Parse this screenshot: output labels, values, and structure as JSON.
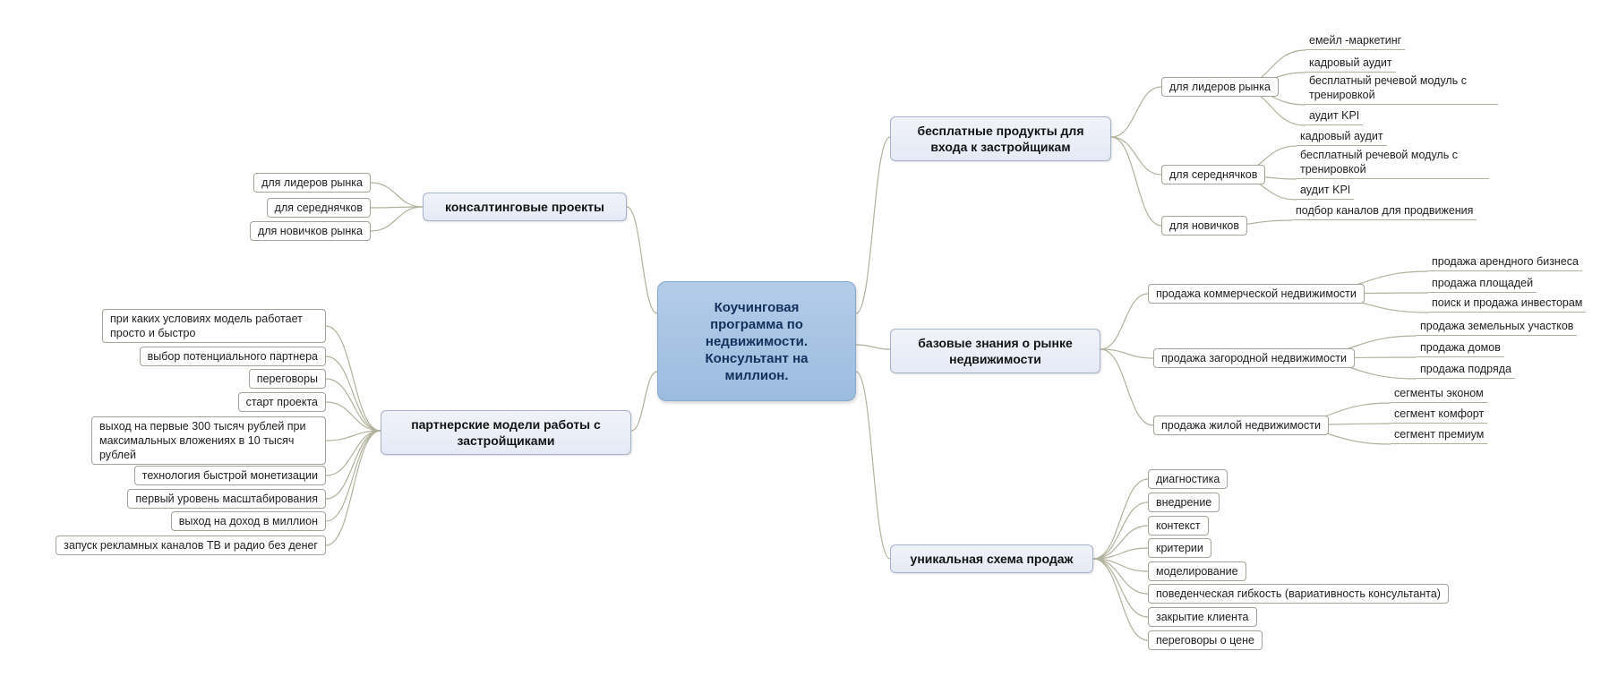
{
  "colors": {
    "central_fill": "#b3cce8",
    "central_fill_dark": "#9cbcdf",
    "central_border": "#86a8cd",
    "central_text": "#12315c",
    "branch_fill": "#e6eaf5",
    "branch_border": "#a6b1cc",
    "node_fill": "#ffffff",
    "node_border": "#a3a398",
    "line": "#b2b29c"
  },
  "root": {
    "label": "Коучинговая программа по недвижимости. Консультант на миллион."
  },
  "consulting": {
    "label": "консалтинговые проекты",
    "children": [
      {
        "label": "для лидеров рынка"
      },
      {
        "label": "для середнячков"
      },
      {
        "label": "для новичков рынка"
      }
    ]
  },
  "free": {
    "label": "бесплатные продукты для входа к застройщикам",
    "children": [
      {
        "label": "для лидеров рынка",
        "leaves": [
          "емейл -маркетинг",
          "кадровый аудит",
          "бесплатный речевой модуль с тренировкой",
          "аудит KPI"
        ]
      },
      {
        "label": "для середнячков",
        "leaves": [
          "кадровый аудит",
          "бесплатный речевой модуль с тренировкой",
          "аудит KPI"
        ]
      },
      {
        "label": "для новичков",
        "leaves": [
          "подбор каналов для продвижения"
        ]
      }
    ]
  },
  "base": {
    "label": "базовые знания о рынке недвижимости",
    "children": [
      {
        "label": "продажа коммерческой недвижимости",
        "leaves": [
          "продажа арендного бизнеса",
          "продажа площадей",
          "поиск и продажа инвесторам"
        ]
      },
      {
        "label": "продажа загородной недвижимости",
        "leaves": [
          "продажа земельных участков",
          "продажа домов",
          "продажа подряда"
        ]
      },
      {
        "label": "продажа жилой недвижимости",
        "leaves": [
          "сегменты эконом",
          "сегмент комфорт",
          "сегмент премиум"
        ]
      }
    ]
  },
  "partner": {
    "label": "партнерские модели работы с застройщиками",
    "children": [
      {
        "label": "при каких условиях модель работает просто и быстро"
      },
      {
        "label": "выбор потенциального партнера"
      },
      {
        "label": "переговоры"
      },
      {
        "label": "старт проекта"
      },
      {
        "label": "выход на первые 300 тысяч рублей при максимальных вложениях в 10 тысяч рублей"
      },
      {
        "label": "технология быстрой монетизации"
      },
      {
        "label": "первый уровень масштабирования"
      },
      {
        "label": "выход на доход в миллион"
      },
      {
        "label": "запуск рекламных каналов ТВ и радио без денег"
      }
    ]
  },
  "unique": {
    "label": "уникальная схема продаж",
    "children": [
      {
        "label": "диагностика"
      },
      {
        "label": "внедрение"
      },
      {
        "label": "контекст"
      },
      {
        "label": "критерии"
      },
      {
        "label": "моделирование"
      },
      {
        "label": "поведенческая гибкость (вариативность консультанта)"
      },
      {
        "label": "закрытие клиента"
      },
      {
        "label": "переговоры о цене"
      }
    ]
  }
}
